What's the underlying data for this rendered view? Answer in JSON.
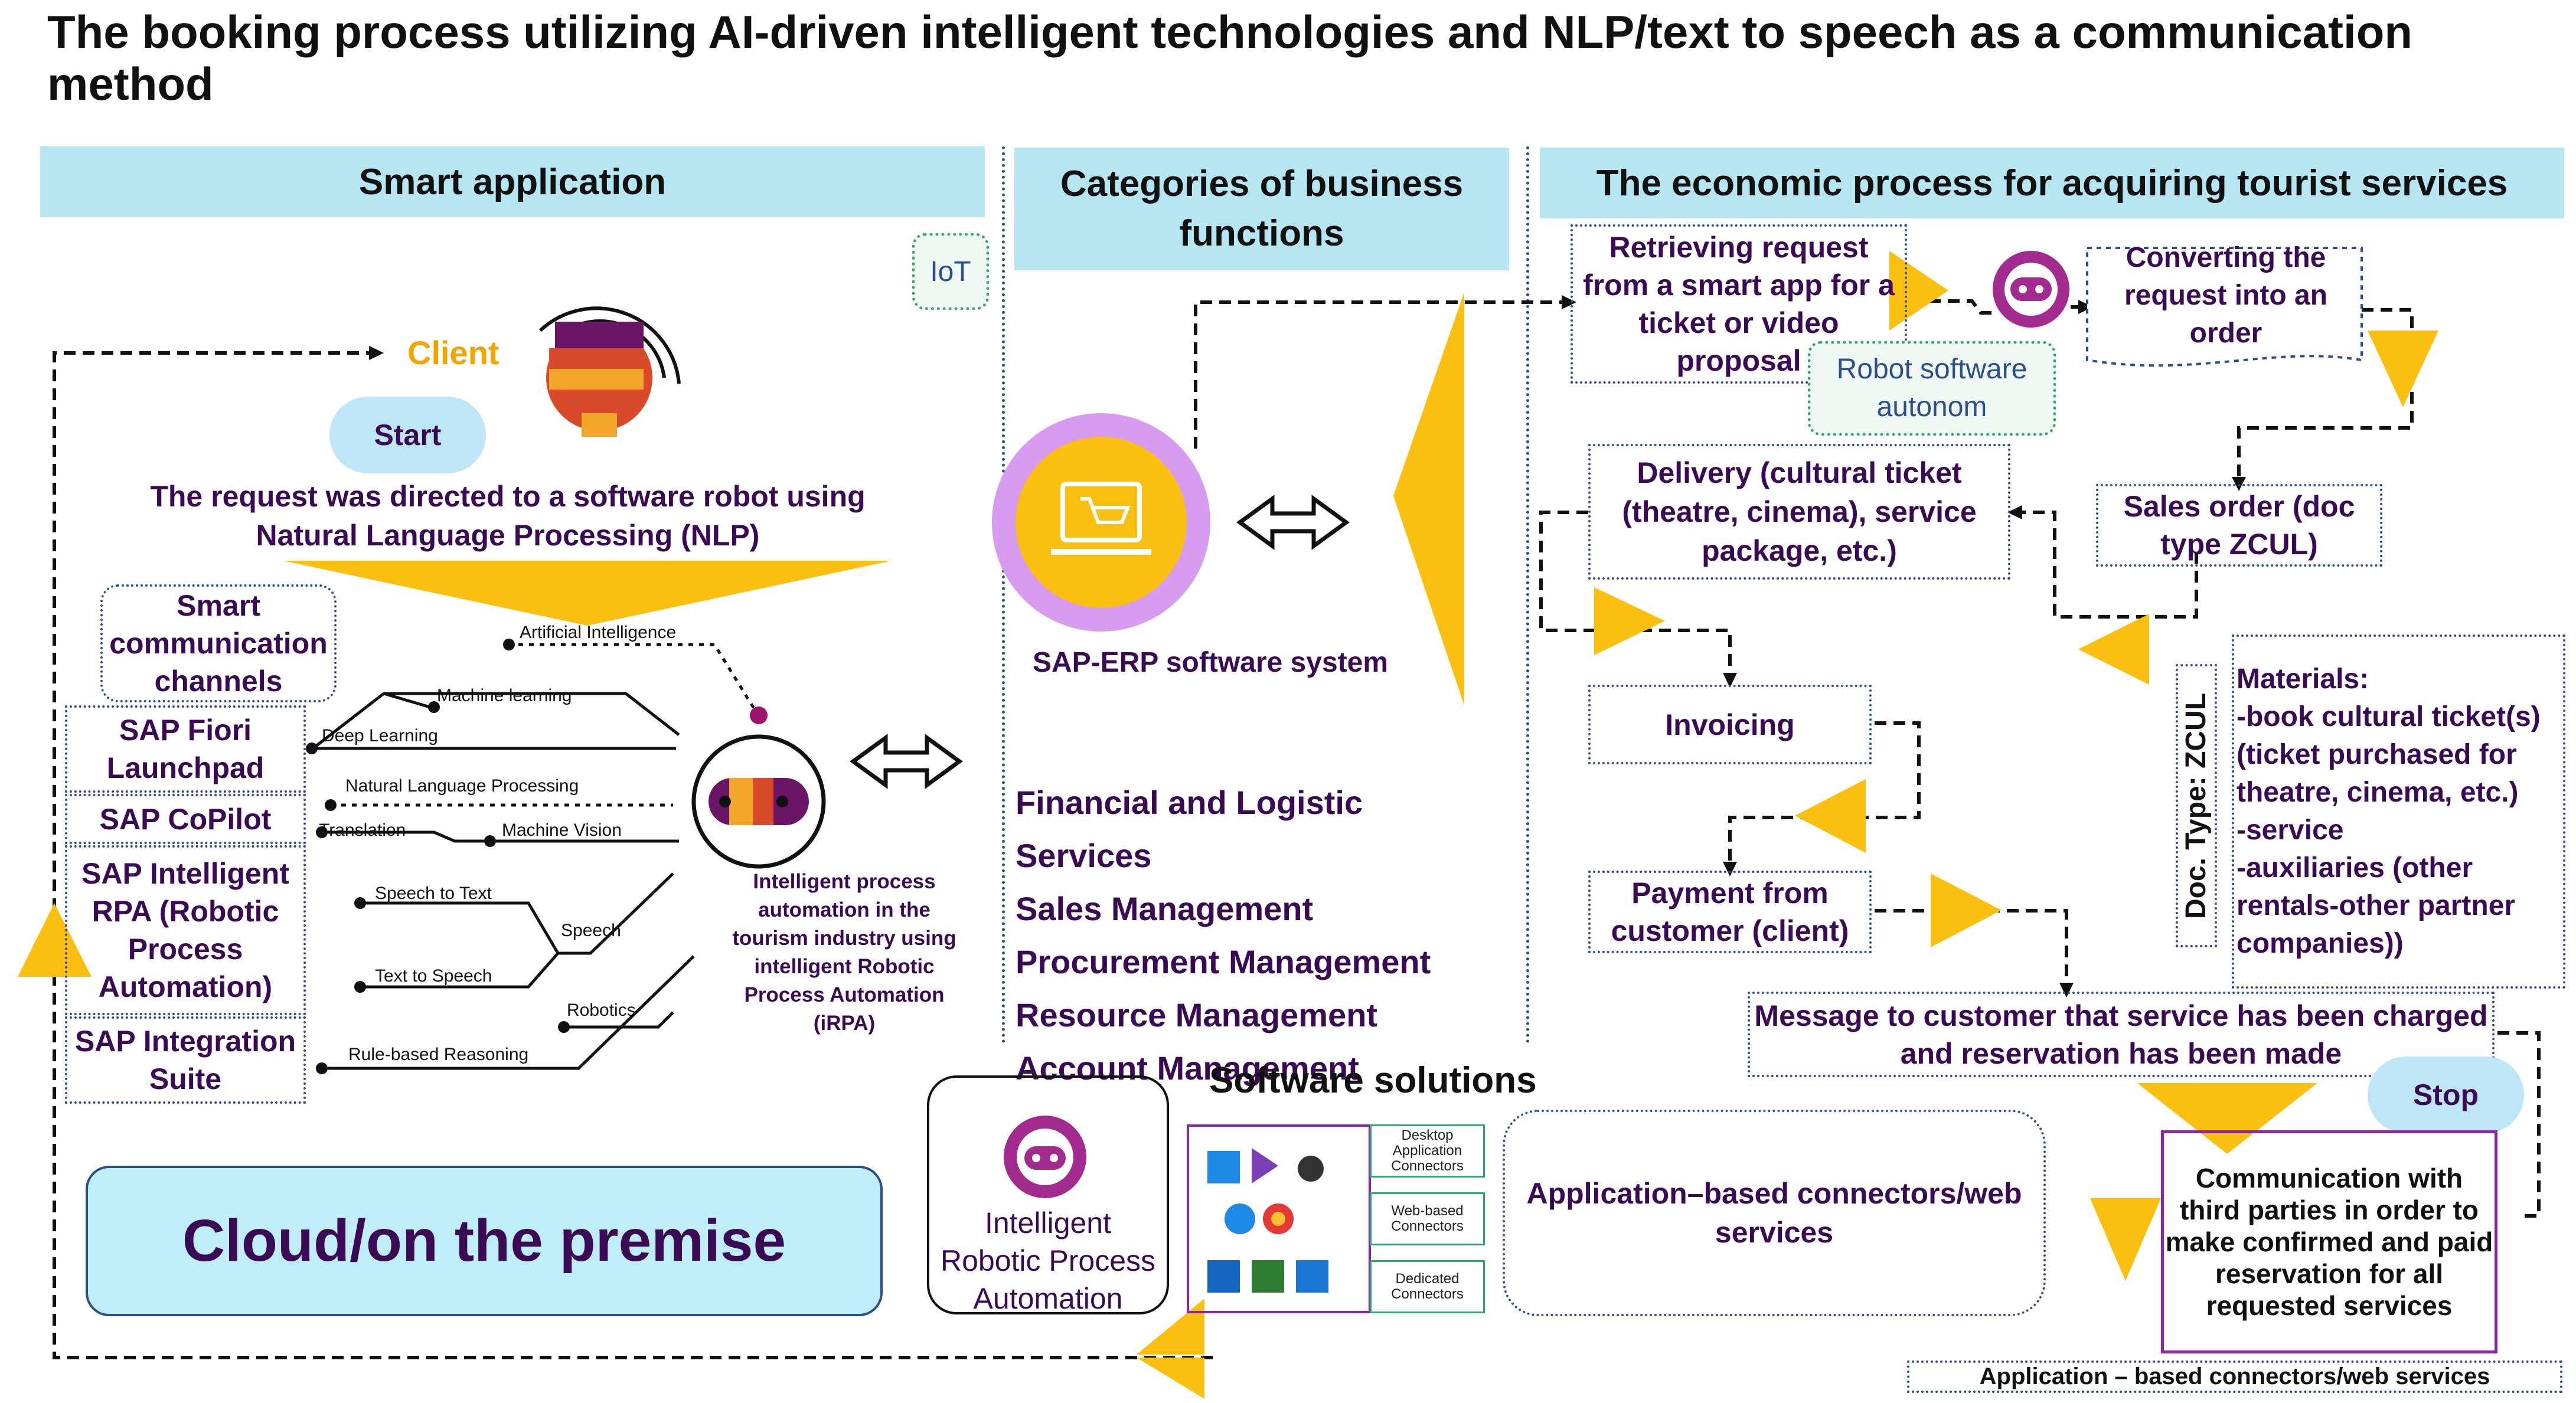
{
  "title": "The booking process utilizing AI-driven intelligent technologies and NLP/text to speech as a communication method",
  "sections": {
    "smart_app": "Smart application",
    "categories": "Categories of business functions",
    "economic": "The economic process for acquiring tourist services"
  },
  "smart_app": {
    "iot": "IoT",
    "client": "Client",
    "start": "Start",
    "request": "The request was directed to a software robot using Natural Language Processing (NLP)",
    "channels_title": "Smart communication channels",
    "channels": [
      "SAP Fiori Launchpad",
      "SAP CoPilot",
      "SAP Intelligent RPA (Robotic Process Automation)",
      "SAP Integration Suite"
    ],
    "tree": {
      "ai": "Artificial Intelligence",
      "ml": "Machine learning",
      "dl": "Deep Learning",
      "nlp": "Natural Language Processing",
      "translation": "Translation",
      "mv": "Machine Vision",
      "stt": "Speech to Text",
      "speech": "Speech",
      "tts": "Text to Speech",
      "robotics": "Robotics",
      "rbr": "Rule-based Reasoning"
    },
    "irpa_caption": "Intelligent process automation in the tourism industry using intelligent Robotic Process Automation (iRPA)",
    "cloud": "Cloud/on the premise"
  },
  "categories": {
    "erp": "SAP-ERP software system",
    "functions": [
      "Financial and Logistic Services",
      "Sales Management",
      "Procurement Management",
      "Resource Management",
      "Account Management"
    ]
  },
  "software": {
    "title": "Software solutions",
    "irpa": "Intelligent Robotic Process Automation",
    "connectors": [
      "Desktop Application Connectors",
      "Web-based Connectors",
      "Dedicated Connectors"
    ],
    "app_connectors": "Application–based connectors/web services"
  },
  "economic": {
    "retrieve": "Retrieving request from a smart app for a ticket or video proposal",
    "robot": "Robot software autonom",
    "converting": "Converting the request into an order",
    "delivery": "Delivery (cultural ticket (theatre, cinema), service package, etc.)",
    "sales_order": "Sales order (doc type ZCUL)",
    "invoicing": "Invoicing",
    "doc_type": "Doc. Type: ZCUL",
    "materials_title": "Materials:",
    "materials": [
      "-book cultural ticket(s) (ticket purchased for theatre, cinema, etc.)",
      "-service",
      "-auxiliaries (other rentals-other partner companies))"
    ],
    "payment": "Payment from customer (client)",
    "message": "Message to customer that service has been charged and reservation has been made",
    "stop": "Stop",
    "communication": "Communication with third parties in order to make confirmed and paid reservation for all requested services",
    "bottom_label": "Application – based connectors/web services"
  },
  "colors": {
    "accent_yellow": "#fbbf10",
    "band_blue": "#b7e6f3",
    "dark_purple": "#3b0a55",
    "magenta": "#a0136c"
  }
}
